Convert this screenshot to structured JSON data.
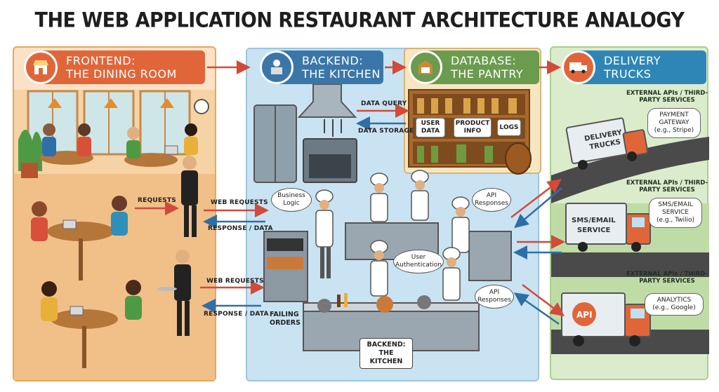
{
  "title": "THE WEB APPLICATION RESTAURANT ARCHITECTURE ANALOGY",
  "sections": {
    "frontend": {
      "title_line1": "FRONTEND:",
      "title_line2": "THE DINING ROOM"
    },
    "backend": {
      "title_line1": "BACKEND:",
      "title_line2": "THE KITCHEN"
    },
    "database": {
      "title_line1": "DATABASE:",
      "title_line2": "THE PANTRY"
    },
    "delivery": {
      "title_line1": "DELIVERY",
      "title_line2": "TRUCKS"
    }
  },
  "icons": {
    "frontend": "storefront-icon",
    "backend": "chef-stove-icon",
    "database": "pantry-shelf-icon",
    "delivery": "api-truck-icon"
  },
  "flows": {
    "requests": "REQUESTS",
    "web_requests_top": "WEB REQUESTS",
    "response_data_top": "RESPONSE / DATA",
    "web_requests_bottom": "WEB REQUESTS",
    "response_data_bottom": "RESPONSE / DATA",
    "data_query": "DATA QUERY",
    "data_storage": "DATA STORAGE"
  },
  "pantry": {
    "user_data": "USER DATA",
    "product_info": "PRODUCT INFO",
    "logs": "LOGS"
  },
  "kitchen": {
    "business_logic": "Business Logic",
    "user_authentication": "User Authentication",
    "api_responses_top": "API Responses",
    "api_responses_bottom": "API Responses",
    "failing_orders": "FAILING ORDERS",
    "backend_kitchen": "BACKEND: THE KITCHEN"
  },
  "delivery": {
    "external_1": "EXTERNAL APIs / THIRD-PARTY SERVICES",
    "external_2": "EXTERNAL APIs / THIRD-PARTY SERVICES",
    "external_3": "EXTERNAL APIs / THIRD-PARTY SERVICES",
    "payment_gateway": "PAYMENT GATEWAY (e.g., Stripe)",
    "sms_email": "SMS/EMAIL SERVICE (e.g., Twilio)",
    "analytics": "ANALYTICS (e.g., Google)",
    "truck_1": "DELIVERY TRUCKS",
    "truck_2": "SMS/EMAIL SERVICE",
    "truck_3": "API"
  },
  "colors": {
    "frontend": "#e0663a",
    "backend": "#3a77a8",
    "database": "#6a9b4e",
    "delivery": "#2e86b6",
    "arrow_red": "#d24a3a",
    "arrow_blue": "#2f6fa8"
  }
}
